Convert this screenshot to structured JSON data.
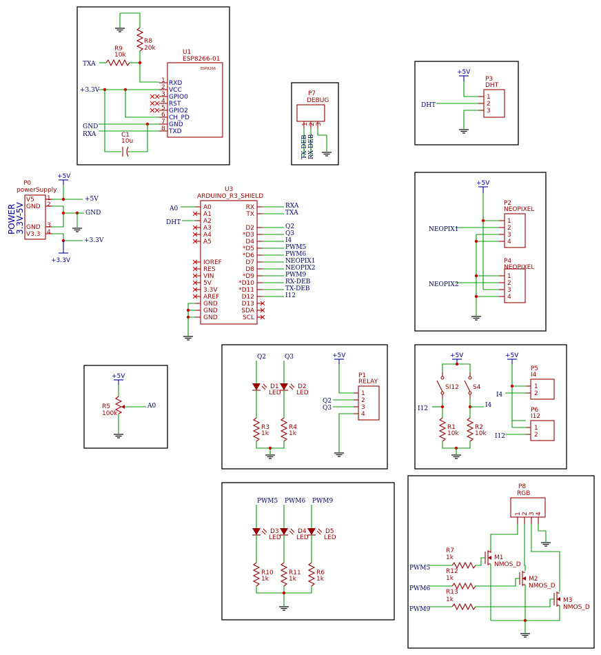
{
  "u1": {
    "ref": "U1",
    "value": "ESP8266-01",
    "small": "ESP8266",
    "pins": [
      {
        "n": "1",
        "name": "RXD"
      },
      {
        "n": "2",
        "name": "VCC"
      },
      {
        "n": "3",
        "name": "GPIO0"
      },
      {
        "n": "4",
        "name": "RST"
      },
      {
        "n": "5",
        "name": "GPIO2"
      },
      {
        "n": "6",
        "name": "CH_PD"
      },
      {
        "n": "7",
        "name": "GND"
      },
      {
        "n": "8",
        "name": "TXD"
      }
    ]
  },
  "r8": {
    "ref": "R8",
    "value": "20k"
  },
  "r9": {
    "ref": "R9",
    "value": "10k"
  },
  "c1": {
    "ref": "C1",
    "value": "10u"
  },
  "esp_nets": {
    "txa": "TXA",
    "v33": "+3.3V",
    "gnd": "GND",
    "rxa": "RXA"
  },
  "p7": {
    "ref": "P7",
    "value": "DEBUG",
    "pins": [
      "1",
      "2",
      "3"
    ],
    "nets": [
      "TX-DEB",
      "RX-DEB"
    ]
  },
  "p3": {
    "ref": "P3",
    "value": "DHT",
    "pins": [
      "1",
      "2",
      "3"
    ],
    "net_dht": "DHT",
    "net_5v": "+5V"
  },
  "p0": {
    "ref": "P0",
    "value": "powerSupply",
    "title1": "POWER",
    "title2": "3.3V-5V",
    "pins": [
      {
        "n": "1",
        "name": "V5"
      },
      {
        "n": "2",
        "name": "GND"
      },
      {
        "n": "3",
        "name": "GND"
      },
      {
        "n": "4",
        "name": "V3.3"
      }
    ],
    "nets": {
      "p5v": "+5V",
      "l5v": "+5V",
      "gnd": "GND",
      "l33": "+3.3V",
      "p33": "+3.3V"
    }
  },
  "u3": {
    "ref": "U3",
    "value": "ARDUINO_R3_SHIELD",
    "left": [
      "A0",
      "A1",
      "A2",
      "A3",
      "A4",
      "A5",
      "IOREF",
      "RES",
      "VIN",
      "5V",
      "3.3V",
      "AREF",
      "GND",
      "GND",
      "GND"
    ],
    "right": [
      "RX",
      "TX",
      "D2",
      "*D3",
      "D4",
      "*D5",
      "*D6",
      "D7",
      "D8",
      "*D9",
      "*D10",
      "*D11",
      "D12",
      "D13",
      "SDA",
      "SCL"
    ],
    "left_nets": {
      "a0": "A0",
      "dht": "DHT"
    },
    "right_nets": [
      "RXA",
      "TXA",
      "Q2",
      "Q3",
      "I4",
      "PWM5",
      "PWM6",
      "NEOPIX1",
      "NEOPIX2",
      "PWM9",
      "RX-DEB",
      "TX-DEB",
      "I12"
    ]
  },
  "neo": {
    "p2_ref": "P2",
    "p2_val": "NEOPIXEL",
    "p4_ref": "P4",
    "p4_val": "NEOPIXEL",
    "pins": [
      "1",
      "2",
      "3",
      "4"
    ],
    "net1": "NEOPIX1",
    "net2": "NEOPIX2",
    "net_5v": "+5V"
  },
  "pot": {
    "ref": "R5",
    "value": "100k",
    "net_5v": "+5V",
    "net_a0": "A0"
  },
  "leds1": {
    "q2": "Q2",
    "q3": "Q3",
    "d1": "D1",
    "d2": "D2",
    "led": "LED",
    "r3": "R3",
    "r4": "R4",
    "rv": "1k"
  },
  "relay": {
    "ref": "P1",
    "value": "RELAY",
    "pins": [
      "1",
      "2",
      "3",
      "4"
    ],
    "net_5v": "+5V",
    "q2": "Q2",
    "q3": "Q3"
  },
  "buttons": {
    "net_5v": "+5V",
    "si12": "SI12",
    "s4": "S4",
    "r1": "R1",
    "r2": "R2",
    "rv": "10k",
    "i12": "I12",
    "i4": "I4"
  },
  "inputs": {
    "net_5v": "+5V",
    "p5_ref": "P5",
    "p5_val": "I4",
    "p6_ref": "P6",
    "p6_val": "I12",
    "pins": [
      "1",
      "2"
    ],
    "i4": "I4",
    "i12": "I12"
  },
  "leds2": {
    "nets": [
      "PWM5",
      "PWM6",
      "PWM9"
    ],
    "d3": "D3",
    "d4": "D4",
    "d5": "D5",
    "led": "LED",
    "r10": "R10",
    "r11": "R11",
    "r6": "R6",
    "rv": "1k"
  },
  "rgb": {
    "p8_ref": "P8",
    "p8_val": "RGB",
    "pins": [
      "1",
      "2",
      "3",
      "4"
    ],
    "m1": "M1",
    "m2": "M2",
    "m3": "M3",
    "mv": "NMOS_D",
    "r7": "R7",
    "r12": "R12",
    "r13": "R13",
    "rv": "1k",
    "nets": [
      "PWM5",
      "PWM6",
      "PWM9"
    ]
  }
}
